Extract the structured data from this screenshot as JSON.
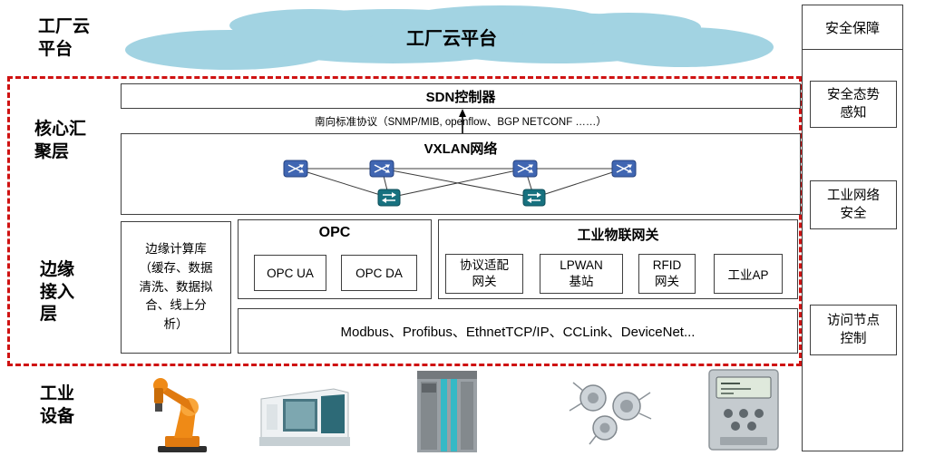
{
  "left_labels": {
    "cloud": "工厂云\n平台",
    "core": "核心汇\n聚层",
    "edge": "边缘\n接入\n层",
    "device": "工业\n设备"
  },
  "cloud": {
    "title": "工厂云平台"
  },
  "security": {
    "title": "安全保障",
    "items": [
      "安全态势\n感知",
      "工业网络\n安全",
      "访问节点\n控制"
    ]
  },
  "core_layer": {
    "sdn_controller": "SDN控制器",
    "southbound_protocols": "南向标准协议（SNMP/MIB, openflow、BGP  NETCONF ……）",
    "vxlan_title": "VXLAN网络",
    "topology": {
      "router_count": 4,
      "gateway_count": 2
    }
  },
  "edge_layer": {
    "edge_compute": "边缘计算库\n（缓存、数据\n清洗、数据拟\n合、线上分\n析）",
    "opc": {
      "title": "OPC",
      "items": [
        "OPC UA",
        "OPC DA"
      ]
    },
    "iot_gateway": {
      "title": "工业物联网关",
      "items": [
        "协议适配\n网关",
        "LPWAN\n基站",
        "RFID\n网关",
        "工业AP"
      ]
    },
    "fieldbus": "Modbus、Profibus、EthnetTCP/IP、CCLink、DeviceNet..."
  },
  "equipment_images": [
    "industrial-robot",
    "cnc-machine",
    "plc-controller",
    "industrial-sensors",
    "field-meter"
  ],
  "colors": {
    "cloud_fill": "#a2d3e2",
    "boundary_red": "#cf1212",
    "router_blue": "#4066b2",
    "gateway_teal": "#17717f"
  }
}
